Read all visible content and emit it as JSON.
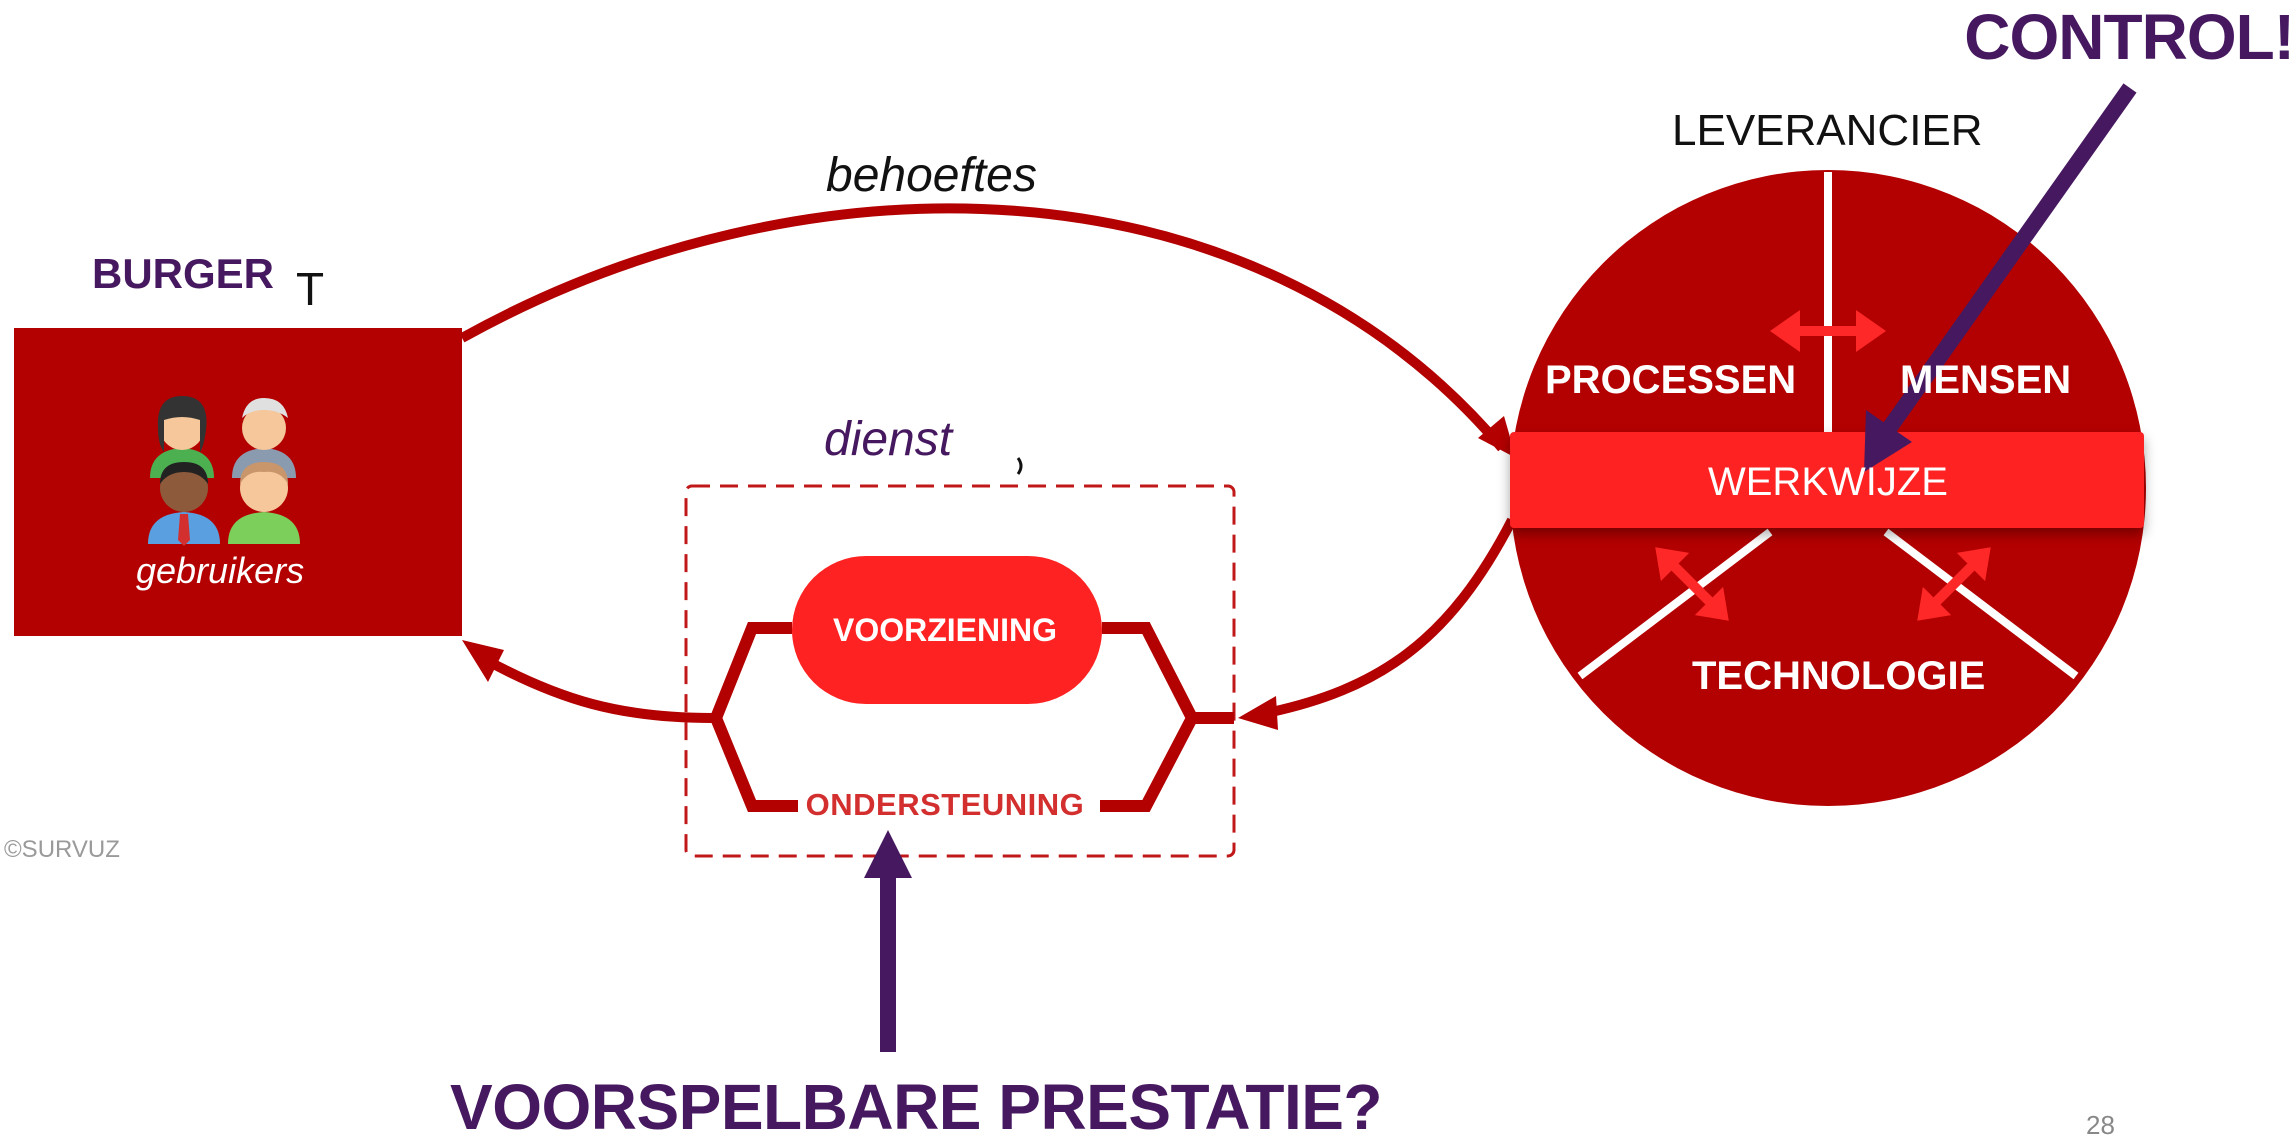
{
  "labels": {
    "control": "CONTROL!",
    "burger": "BURGER",
    "burger_suffix": "T",
    "gebruikers": "gebruikers",
    "behoeftes": "behoeftes",
    "dienst": "dienst",
    "leverancier": "LEVERANCIER",
    "voorziening": "VOORZIENING",
    "ondersteuning": "ONDERSTEUNING",
    "processen": "PROCESSEN",
    "mensen": "MENSEN",
    "werkwijze": "WERKWIJZE",
    "technologie": "TECHNOLOGIE",
    "prestatie": "VOORSPELBARE PRESTATIE?",
    "copyright": "©SURVUZ",
    "page_number": "28"
  },
  "colors": {
    "dark_red": "#b30000",
    "bright_red": "#ff2222",
    "purple": "#46185f",
    "white": "#ffffff"
  },
  "icons": [
    "users-group-icon"
  ]
}
